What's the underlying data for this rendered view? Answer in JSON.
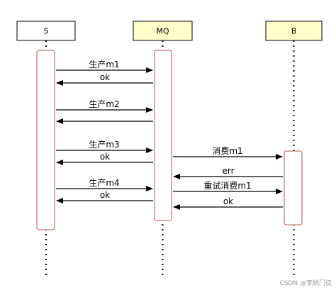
{
  "participants": [
    {
      "id": "S",
      "label": "S",
      "fill": "#ffffff"
    },
    {
      "id": "MQ",
      "label": "MQ",
      "fill": "#ffffcc"
    },
    {
      "id": "B",
      "label": "B",
      "fill": "#ffffcc"
    }
  ],
  "colors": {
    "box_stroke": "#000000",
    "activation_stroke": "#b85450",
    "arrow": "#000000",
    "lifeline": "#000000"
  },
  "messages": [
    {
      "id": "m1-send",
      "from": "S",
      "to": "MQ",
      "label": "生产m1"
    },
    {
      "id": "m1-ok",
      "from": "MQ",
      "to": "S",
      "label": "ok"
    },
    {
      "id": "m2-send",
      "from": "S",
      "to": "MQ",
      "label": "生产m2"
    },
    {
      "id": "m2-return",
      "from": "MQ",
      "to": "S",
      "label": ""
    },
    {
      "id": "m3-send",
      "from": "S",
      "to": "MQ",
      "label": "生产m3"
    },
    {
      "id": "m3-ok",
      "from": "MQ",
      "to": "S",
      "label": "ok"
    },
    {
      "id": "consume-m1",
      "from": "MQ",
      "to": "B",
      "label": "消费m1"
    },
    {
      "id": "consume-err",
      "from": "B",
      "to": "MQ",
      "label": "err"
    },
    {
      "id": "m4-send",
      "from": "S",
      "to": "MQ",
      "label": "生产m4"
    },
    {
      "id": "m4-ok",
      "from": "MQ",
      "to": "S",
      "label": "ok"
    },
    {
      "id": "retry-consume-m1",
      "from": "MQ",
      "to": "B",
      "label": "重试消费m1"
    },
    {
      "id": "retry-ok",
      "from": "B",
      "to": "MQ",
      "label": "ok"
    }
  ],
  "watermark": "CSDN @李姚门徒"
}
